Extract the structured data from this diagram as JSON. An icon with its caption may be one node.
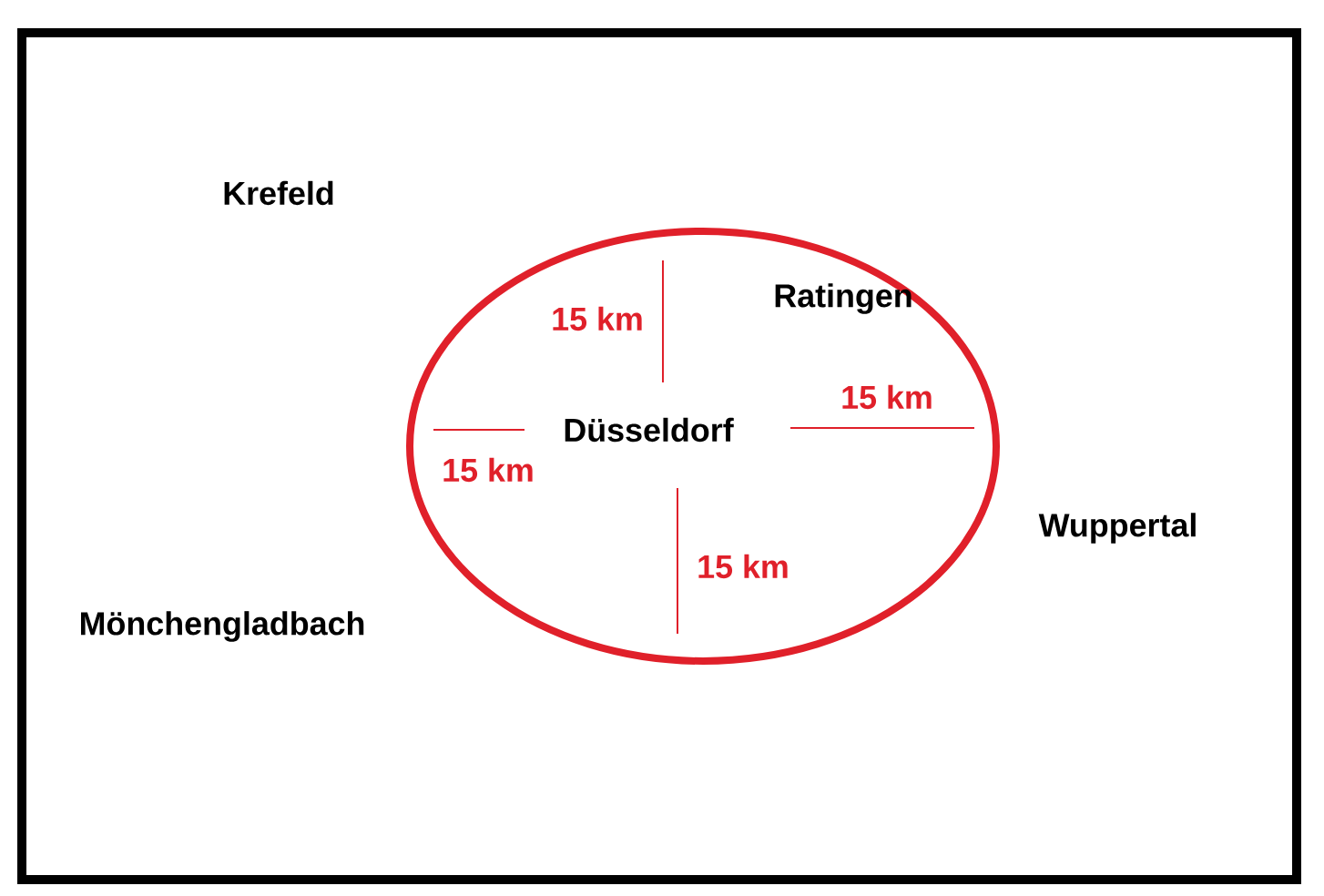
{
  "diagram": {
    "labels": [
      "Krefeld",
      "Ratingen",
      "15 km",
      "15 km",
      "Düsseldorf",
      "15 km",
      "Wuppertal",
      "15 km",
      "Mönchengladbach"
    ]
  }
}
